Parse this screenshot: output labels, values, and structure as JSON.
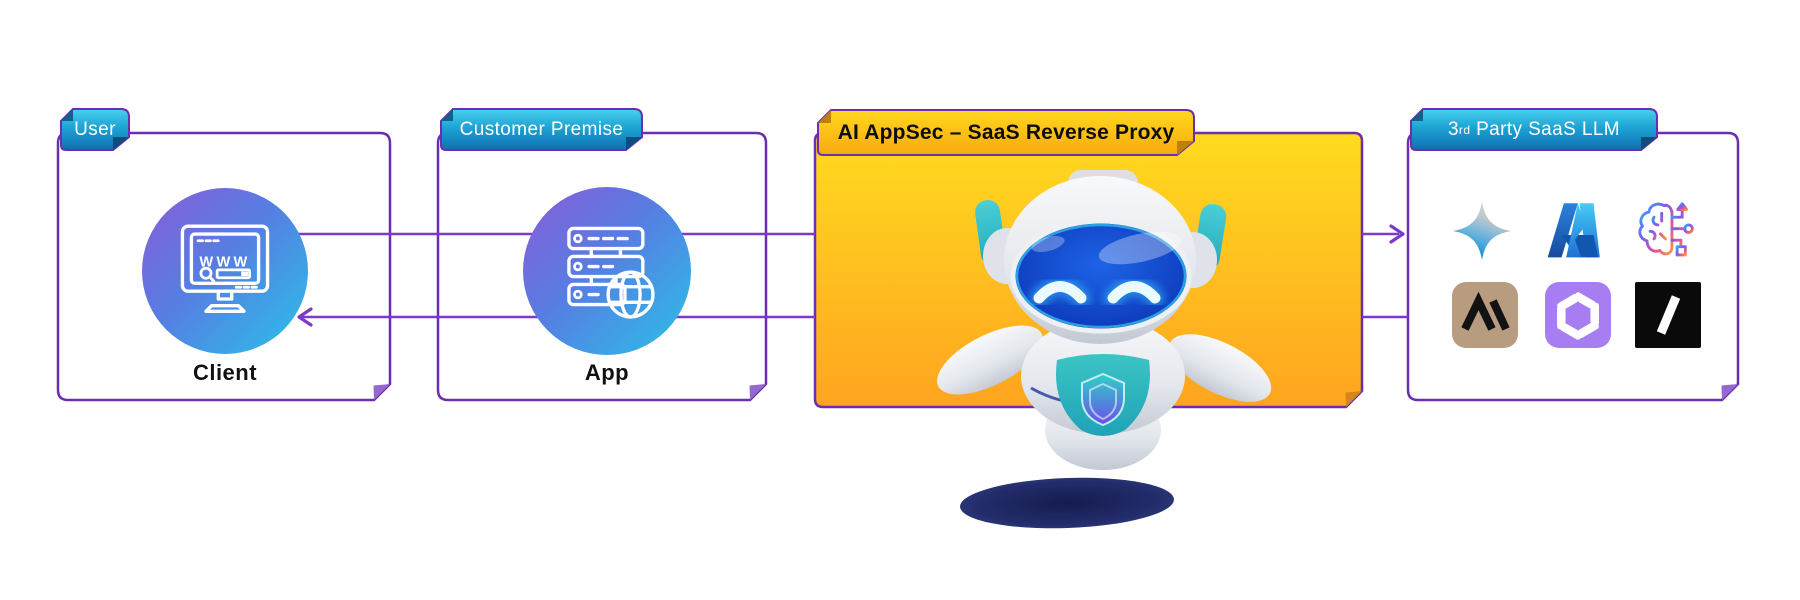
{
  "diagram_title": "AI AppSec SaaS Reverse Proxy flow",
  "nodes": {
    "user": {
      "tab": "User",
      "label": "Client",
      "icon": "browser-monitor-icon"
    },
    "customer": {
      "tab": "Customer Premise",
      "label": "App",
      "icon": "server-globe-icon"
    },
    "proxy": {
      "title": "AI AppSec – SaaS Reverse Proxy",
      "mascot": "security-robot-mascot"
    },
    "llm": {
      "tab_num": "3",
      "tab_sup": "rd",
      "tab_rest": " Party SaaS LLM",
      "providers": [
        "gemini-star",
        "azure",
        "ai-brain-circuit",
        "anthropic",
        "openai",
        "slash"
      ]
    }
  },
  "client_icon": {
    "text": "WWW"
  },
  "connections": [
    {
      "from": "client",
      "to": "proxy",
      "row": "top"
    },
    {
      "from": "proxy",
      "to": "llm",
      "row": "top",
      "arrowhead": "right"
    },
    {
      "from": "llm",
      "to": "proxy",
      "row": "bottom"
    },
    {
      "from": "proxy",
      "to": "client",
      "row": "bottom",
      "arrowhead": "left"
    }
  ],
  "colors": {
    "box_border": "#6b2eb0",
    "connector": "#7b3ac9",
    "tab_top": "#3ec9ea",
    "tab_bottom": "#0e72b4",
    "gold_tab_top": "#ffd61c",
    "gold_tab_bottom": "#f5a90d",
    "gold_body_top": "#ffdb1f",
    "gold_body_bottom": "#ffa41f",
    "circle_from": "#8a5cd9",
    "circle_to": "#29c2e8",
    "shadow_navy": "#232c6b",
    "anthropic_bg": "#b89c7f",
    "openai_bg": "#a77ef2",
    "slash_bg": "#0a0a0a"
  }
}
